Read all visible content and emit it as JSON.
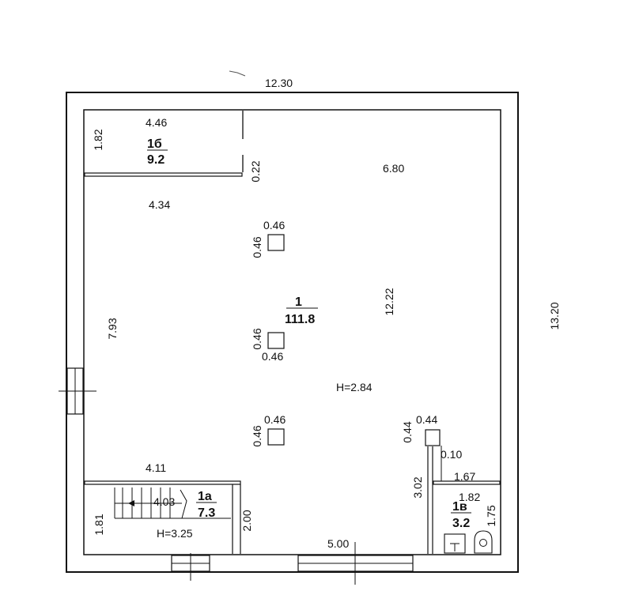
{
  "overall": {
    "width_label": "12.30",
    "height_label": "13.20"
  },
  "rooms": {
    "main": {
      "number": "1",
      "area": "111.8",
      "height": "H=2.84"
    },
    "top_left": {
      "number": "1б",
      "area": "9.2"
    },
    "stair": {
      "number": "1а",
      "area": "7.3",
      "height": "H=3.25"
    },
    "bath": {
      "number": "1в",
      "area": "3.2"
    }
  },
  "dimensions": {
    "top_left_width": "4.46",
    "top_left_depth": "1.82",
    "top_left_gap": "0.22",
    "left_width_below": "4.34",
    "right_span": "6.80",
    "inner_height": "12.22",
    "left_height": "7.93",
    "stair_width_top": "4.11",
    "stair_width_inner": "4.03",
    "stair_depth_left": "1.81",
    "stair_depth_right": "2.00",
    "bottom_span": "5.00",
    "bath_riser_width": "0.44",
    "bath_riser_depth": "0.44",
    "bath_gap": "0.10",
    "bath_width_top": "1.67",
    "bath_width": "1.82",
    "bath_depth": "1.75",
    "bath_side_depth": "3.02"
  },
  "columns": [
    {
      "w": "0.46",
      "h": "0.46"
    },
    {
      "w": "0.46",
      "h": "0.46"
    },
    {
      "w": "0.46",
      "h": "0.46"
    }
  ]
}
